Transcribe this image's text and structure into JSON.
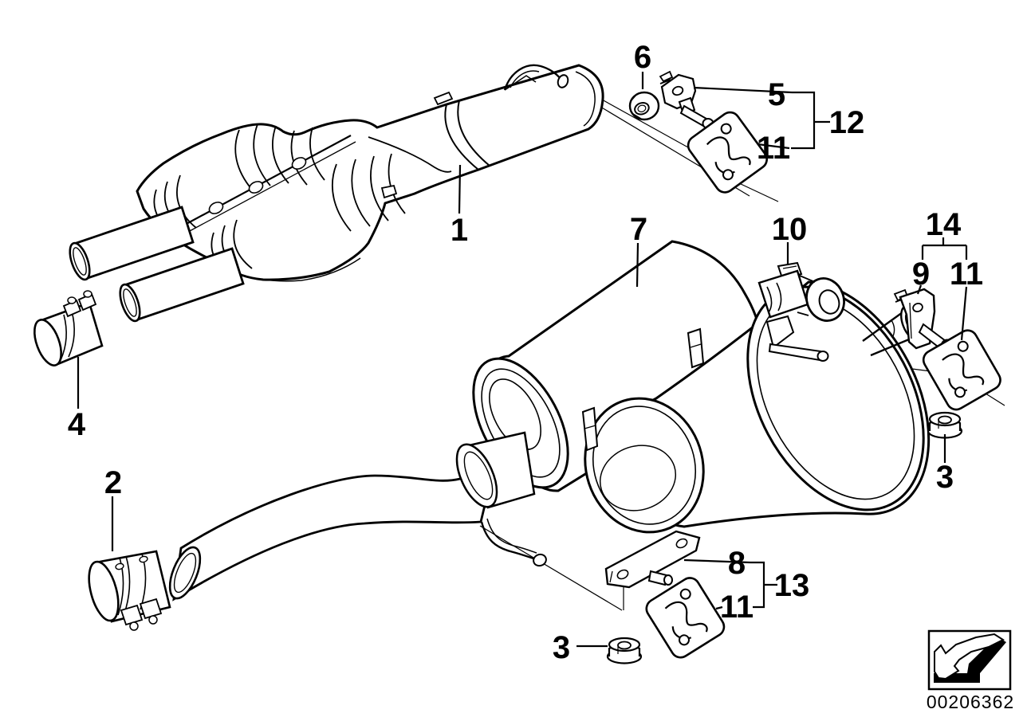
{
  "diagram": {
    "image_number": "00206362",
    "background_color": "#ffffff",
    "line_color": "#000000"
  },
  "callouts": {
    "c1": {
      "label": "1"
    },
    "c2": {
      "label": "2"
    },
    "c3a": {
      "label": "3"
    },
    "c3b": {
      "label": "3"
    },
    "c4": {
      "label": "4"
    },
    "c5": {
      "label": "5"
    },
    "c6": {
      "label": "6"
    },
    "c7": {
      "label": "7"
    },
    "c8": {
      "label": "8"
    },
    "c9": {
      "label": "9"
    },
    "c10": {
      "label": "10"
    },
    "c11a": {
      "label": "11"
    },
    "c11b": {
      "label": "11"
    },
    "c11c": {
      "label": "11"
    },
    "c12": {
      "label": "12"
    },
    "c13": {
      "label": "13"
    },
    "c14": {
      "label": "14"
    }
  },
  "footer": {
    "image_number": "00206362",
    "direction_arrow_icon": "direction-of-travel-arrow"
  }
}
